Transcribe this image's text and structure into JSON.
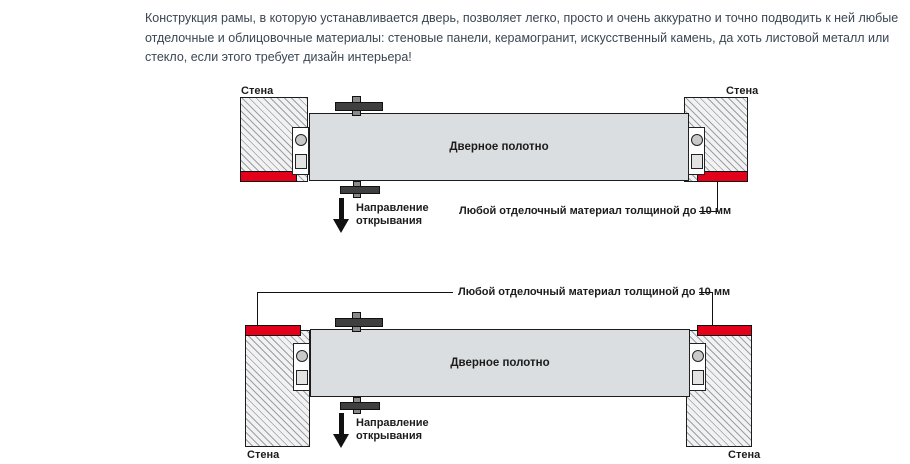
{
  "intro": {
    "text": "Конструкция рамы, в которую устанавливается дверь, позволяет легко, просто и очень аккуратно и точно подводить к ней любые отделочные и облицовочные материалы: стеновые панели, керамогранит, искусственный камень, да хоть листовой металл или стекло, если этого требует дизайн интерьера!"
  },
  "labels": {
    "wall": "Стена",
    "door_leaf": "Дверное полотно",
    "opening_direction": "Направление открывания",
    "finishing_material": "Любой отделочный материал толщиной до 10 мм"
  },
  "colors": {
    "finishing_red": "#e2001a",
    "door_fill": "#dbdee0",
    "text_color": "#3a4653"
  }
}
